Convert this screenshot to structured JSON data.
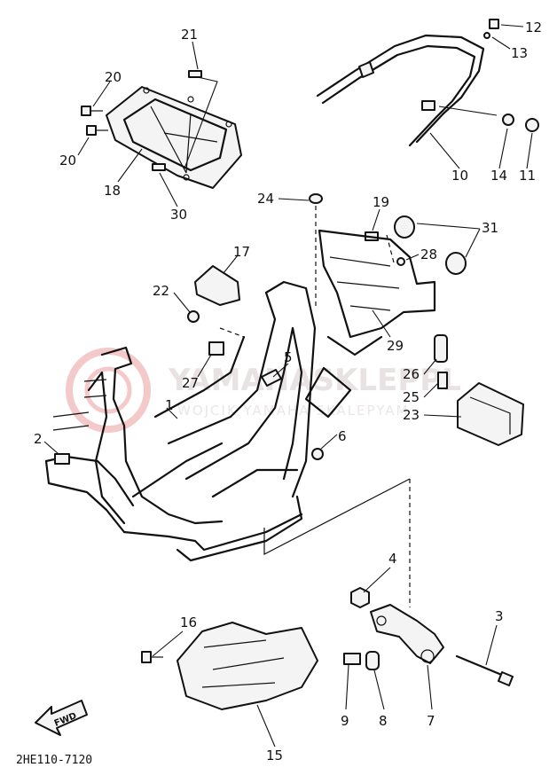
{
  "diagram_code": "2HE110-7120",
  "fwd_label": "FWD",
  "watermark": {
    "main": "YAMAHASKLEPPL",
    "sub": "WOJCIK YAMAHA SKALEPYAM"
  },
  "callouts": [
    {
      "id": "c1",
      "text": "1"
    },
    {
      "id": "c2",
      "text": "2"
    },
    {
      "id": "c3",
      "text": "3"
    },
    {
      "id": "c4",
      "text": "4"
    },
    {
      "id": "c5",
      "text": "5"
    },
    {
      "id": "c6",
      "text": "6"
    },
    {
      "id": "c7",
      "text": "7"
    },
    {
      "id": "c8",
      "text": "8"
    },
    {
      "id": "c9",
      "text": "9"
    },
    {
      "id": "c10",
      "text": "10"
    },
    {
      "id": "c11",
      "text": "11"
    },
    {
      "id": "c12",
      "text": "12"
    },
    {
      "id": "c13",
      "text": "13"
    },
    {
      "id": "c14",
      "text": "14"
    },
    {
      "id": "c15",
      "text": "15"
    },
    {
      "id": "c16",
      "text": "16"
    },
    {
      "id": "c17",
      "text": "17"
    },
    {
      "id": "c18",
      "text": "18"
    },
    {
      "id": "c19",
      "text": "19"
    },
    {
      "id": "c20a",
      "text": "20"
    },
    {
      "id": "c20b",
      "text": "20"
    },
    {
      "id": "c21",
      "text": "21"
    },
    {
      "id": "c22",
      "text": "22"
    },
    {
      "id": "c23",
      "text": "23"
    },
    {
      "id": "c24",
      "text": "24"
    },
    {
      "id": "c25",
      "text": "25"
    },
    {
      "id": "c26",
      "text": "26"
    },
    {
      "id": "c27",
      "text": "27"
    },
    {
      "id": "c28",
      "text": "28"
    },
    {
      "id": "c29",
      "text": "29"
    },
    {
      "id": "c30",
      "text": "30"
    },
    {
      "id": "c31",
      "text": "31"
    }
  ]
}
